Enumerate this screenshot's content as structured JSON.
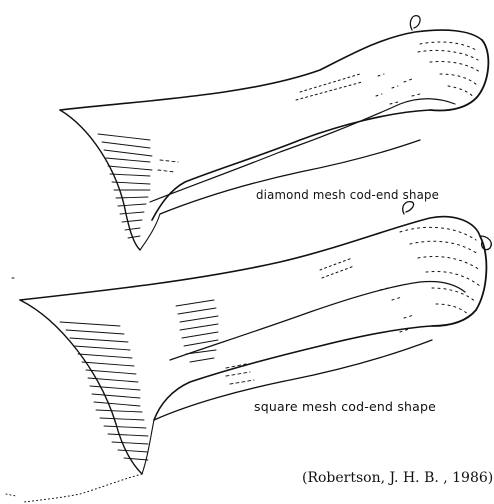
{
  "figure": {
    "top_label": "diamond mesh cod-end shape",
    "bottom_label": "square mesh cod-end shape",
    "citation": "(Robertson, J. H. B. ,  1986)"
  },
  "colors": {
    "ink": "#111111",
    "background": "#ffffff"
  }
}
